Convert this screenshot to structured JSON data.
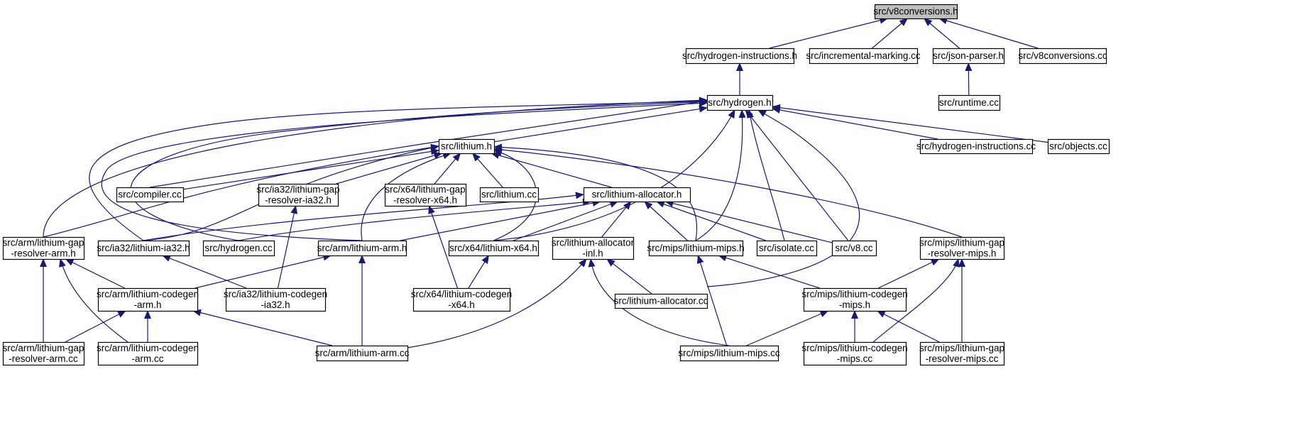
{
  "graph": {
    "kind": "included-by dependency graph",
    "colors": {
      "edge": "#191970",
      "node_border": "#000000",
      "root_fill": "#bfbfbf",
      "node_fill": "#ffffff"
    },
    "nodes": [
      {
        "id": "v8conversions_h",
        "lines": [
          "src/v8conversions.h"
        ],
        "root": true
      },
      {
        "id": "hydrogen_instructions_h",
        "lines": [
          "src/hydrogen-instructions.h"
        ]
      },
      {
        "id": "incremental_marking_cc",
        "lines": [
          "src/incremental-marking.cc"
        ]
      },
      {
        "id": "json_parser_h",
        "lines": [
          "src/json-parser.h"
        ]
      },
      {
        "id": "v8conversions_cc",
        "lines": [
          "src/v8conversions.cc"
        ]
      },
      {
        "id": "hydrogen_h",
        "lines": [
          "src/hydrogen.h"
        ]
      },
      {
        "id": "runtime_cc",
        "lines": [
          "src/runtime.cc"
        ]
      },
      {
        "id": "lithium_h",
        "lines": [
          "src/lithium.h"
        ]
      },
      {
        "id": "hydrogen_instructions_cc",
        "lines": [
          "src/hydrogen-instructions.cc"
        ]
      },
      {
        "id": "objects_cc",
        "lines": [
          "src/objects.cc"
        ]
      },
      {
        "id": "compiler_cc",
        "lines": [
          "src/compiler.cc"
        ]
      },
      {
        "id": "ia32_gap_h",
        "lines": [
          "src/ia32/lithium-gap",
          "-resolver-ia32.h"
        ]
      },
      {
        "id": "x64_gap_h",
        "lines": [
          "src/x64/lithium-gap",
          "-resolver-x64.h"
        ]
      },
      {
        "id": "lithium_cc",
        "lines": [
          "src/lithium.cc"
        ]
      },
      {
        "id": "lithium_allocator_h",
        "lines": [
          "src/lithium-allocator.h"
        ]
      },
      {
        "id": "arm_gap_h",
        "lines": [
          "src/arm/lithium-gap",
          "-resolver-arm.h"
        ]
      },
      {
        "id": "ia32_lithium_h",
        "lines": [
          "src/ia32/lithium-ia32.h"
        ]
      },
      {
        "id": "hydrogen_cc",
        "lines": [
          "src/hydrogen.cc"
        ]
      },
      {
        "id": "arm_lithium_h",
        "lines": [
          "src/arm/lithium-arm.h"
        ]
      },
      {
        "id": "x64_lithium_h",
        "lines": [
          "src/x64/lithium-x64.h"
        ]
      },
      {
        "id": "allocator_inl_h",
        "lines": [
          "src/lithium-allocator",
          "-inl.h"
        ]
      },
      {
        "id": "mips_lithium_h",
        "lines": [
          "src/mips/lithium-mips.h"
        ]
      },
      {
        "id": "isolate_cc",
        "lines": [
          "src/isolate.cc"
        ]
      },
      {
        "id": "v8_cc",
        "lines": [
          "src/v8.cc"
        ]
      },
      {
        "id": "mips_gap_h",
        "lines": [
          "src/mips/lithium-gap",
          "-resolver-mips.h"
        ]
      },
      {
        "id": "arm_codegen_h",
        "lines": [
          "src/arm/lithium-codegen",
          "-arm.h"
        ]
      },
      {
        "id": "ia32_codegen_h",
        "lines": [
          "src/ia32/lithium-codegen",
          "-ia32.h"
        ]
      },
      {
        "id": "x64_codegen_h",
        "lines": [
          "src/x64/lithium-codegen",
          "-x64.h"
        ]
      },
      {
        "id": "lithium_allocator_cc",
        "lines": [
          "src/lithium-allocator.cc"
        ]
      },
      {
        "id": "mips_codegen_h",
        "lines": [
          "src/mips/lithium-codegen",
          "-mips.h"
        ]
      },
      {
        "id": "arm_gap_cc",
        "lines": [
          "src/arm/lithium-gap",
          "-resolver-arm.cc"
        ]
      },
      {
        "id": "arm_codegen_cc",
        "lines": [
          "src/arm/lithium-codegen",
          "-arm.cc"
        ]
      },
      {
        "id": "arm_lithium_cc",
        "lines": [
          "src/arm/lithium-arm.cc"
        ]
      },
      {
        "id": "mips_lithium_cc",
        "lines": [
          "src/mips/lithium-mips.cc"
        ]
      },
      {
        "id": "mips_codegen_cc",
        "lines": [
          "src/mips/lithium-codegen",
          "-mips.cc"
        ]
      },
      {
        "id": "mips_gap_cc",
        "lines": [
          "src/mips/lithium-gap",
          "-resolver-mips.cc"
        ]
      }
    ],
    "edges": [
      [
        "v8conversions_h",
        "hydrogen_instructions_h"
      ],
      [
        "v8conversions_h",
        "incremental_marking_cc"
      ],
      [
        "v8conversions_h",
        "json_parser_h"
      ],
      [
        "v8conversions_h",
        "v8conversions_cc"
      ],
      [
        "hydrogen_instructions_h",
        "hydrogen_h"
      ],
      [
        "json_parser_h",
        "runtime_cc"
      ],
      [
        "hydrogen_h",
        "lithium_h"
      ],
      [
        "hydrogen_h",
        "hydrogen_instructions_cc"
      ],
      [
        "hydrogen_h",
        "objects_cc"
      ],
      [
        "hydrogen_h",
        "compiler_cc"
      ],
      [
        "hydrogen_h",
        "arm_gap_h"
      ],
      [
        "hydrogen_h",
        "ia32_lithium_h"
      ],
      [
        "hydrogen_h",
        "hydrogen_cc"
      ],
      [
        "hydrogen_h",
        "arm_lithium_h"
      ],
      [
        "hydrogen_h",
        "x64_lithium_h"
      ],
      [
        "hydrogen_h",
        "mips_lithium_h"
      ],
      [
        "hydrogen_h",
        "isolate_cc"
      ],
      [
        "hydrogen_h",
        "v8_cc"
      ],
      [
        "hydrogen_h",
        "lithium_allocator_cc"
      ],
      [
        "lithium_h",
        "compiler_cc"
      ],
      [
        "lithium_h",
        "ia32_gap_h"
      ],
      [
        "lithium_h",
        "x64_gap_h"
      ],
      [
        "lithium_h",
        "lithium_cc"
      ],
      [
        "lithium_h",
        "lithium_allocator_h"
      ],
      [
        "lithium_h",
        "arm_gap_h"
      ],
      [
        "lithium_h",
        "ia32_lithium_h"
      ],
      [
        "lithium_h",
        "arm_lithium_h"
      ],
      [
        "lithium_h",
        "x64_lithium_h"
      ],
      [
        "lithium_h",
        "mips_lithium_h"
      ],
      [
        "lithium_h",
        "mips_gap_h"
      ],
      [
        "ia32_gap_h",
        "ia32_codegen_h"
      ],
      [
        "x64_gap_h",
        "x64_codegen_h"
      ],
      [
        "lithium_allocator_h",
        "ia32_lithium_h"
      ],
      [
        "lithium_allocator_h",
        "hydrogen_cc"
      ],
      [
        "lithium_allocator_h",
        "arm_lithium_h"
      ],
      [
        "lithium_allocator_h",
        "x64_lithium_h"
      ],
      [
        "lithium_allocator_h",
        "allocator_inl_h"
      ],
      [
        "lithium_allocator_h",
        "mips_lithium_h"
      ],
      [
        "lithium_allocator_h",
        "isolate_cc"
      ],
      [
        "lithium_allocator_h",
        "v8_cc"
      ],
      [
        "arm_gap_h",
        "arm_codegen_h"
      ],
      [
        "arm_gap_h",
        "arm_gap_cc"
      ],
      [
        "arm_gap_h",
        "arm_codegen_cc"
      ],
      [
        "ia32_lithium_h",
        "ia32_codegen_h"
      ],
      [
        "arm_lithium_h",
        "arm_codegen_h"
      ],
      [
        "arm_lithium_h",
        "arm_lithium_cc"
      ],
      [
        "x64_lithium_h",
        "x64_codegen_h"
      ],
      [
        "allocator_inl_h",
        "lithium_allocator_cc"
      ],
      [
        "allocator_inl_h",
        "arm_lithium_cc"
      ],
      [
        "allocator_inl_h",
        "mips_lithium_cc"
      ],
      [
        "mips_lithium_h",
        "mips_codegen_h"
      ],
      [
        "mips_lithium_h",
        "mips_lithium_cc"
      ],
      [
        "mips_gap_h",
        "mips_codegen_h"
      ],
      [
        "mips_gap_h",
        "mips_codegen_cc"
      ],
      [
        "mips_gap_h",
        "mips_gap_cc"
      ],
      [
        "arm_codegen_h",
        "arm_gap_cc"
      ],
      [
        "arm_codegen_h",
        "arm_codegen_cc"
      ],
      [
        "arm_codegen_h",
        "arm_lithium_cc"
      ],
      [
        "mips_codegen_h",
        "mips_lithium_cc"
      ],
      [
        "mips_codegen_h",
        "mips_codegen_cc"
      ],
      [
        "mips_codegen_h",
        "mips_gap_cc"
      ]
    ]
  }
}
